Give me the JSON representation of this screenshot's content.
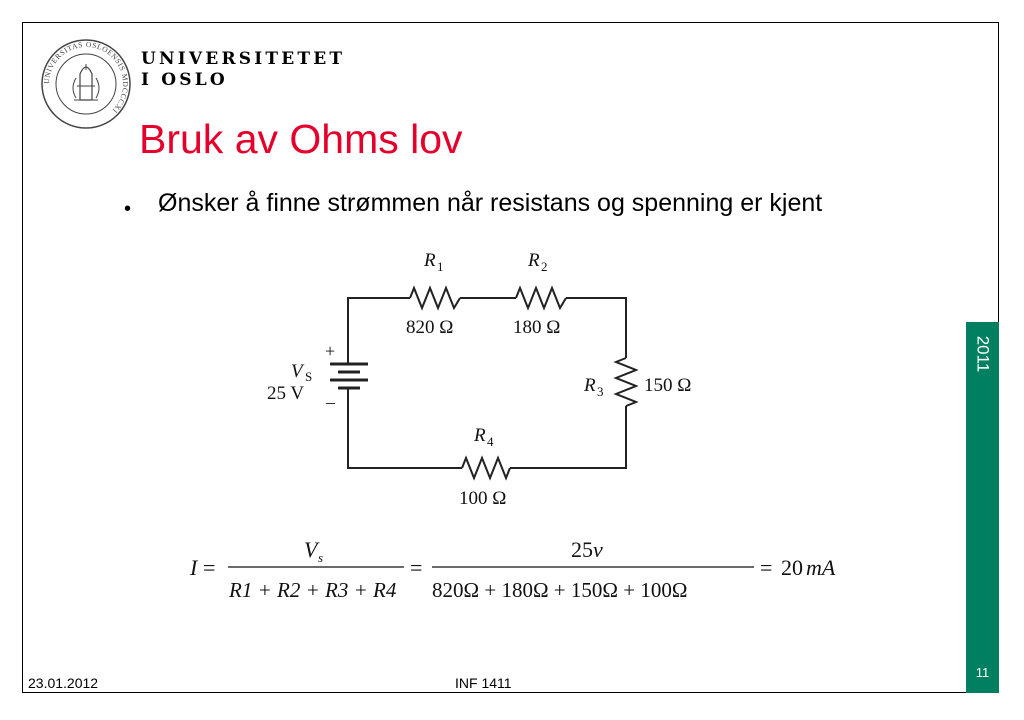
{
  "header": {
    "university_line1": "UNIVERSITETET",
    "university_line2": "I OSLO",
    "seal_text": "UNIVERSITAS OSLOENSIS MDCCCXI"
  },
  "slide": {
    "title": "Bruk av Ohms lov",
    "bullet": "Ønsker å finne strømmen når resistans og spenning er kjent"
  },
  "circuit": {
    "source_label": "V",
    "source_subscript": "S",
    "source_value": "25 V",
    "plus_sign": "+",
    "minus_sign": "–",
    "resistors": [
      {
        "label": "R",
        "subscript": "1",
        "value": "820 Ω"
      },
      {
        "label": "R",
        "subscript": "2",
        "value": "180 Ω"
      },
      {
        "label": "R",
        "subscript": "3",
        "value": "150 Ω"
      },
      {
        "label": "R",
        "subscript": "4",
        "value": "100 Ω"
      }
    ]
  },
  "formula": {
    "lhs": "I",
    "equals": "=",
    "num1_main": "V",
    "num1_sub": "s",
    "den1": "R1 + R2 + R3 + R4",
    "num2_value": "25",
    "num2_unit": "v",
    "den2": "820Ω + 180Ω + 150Ω + 100Ω",
    "result_value": "20",
    "result_unit": "mA"
  },
  "sidebar": {
    "year": "2011",
    "page_number": "11",
    "accent_color": "#008060"
  },
  "footer": {
    "date": "23.01.2012",
    "course": "INF 1411"
  },
  "colors": {
    "title": "#e4002b"
  }
}
